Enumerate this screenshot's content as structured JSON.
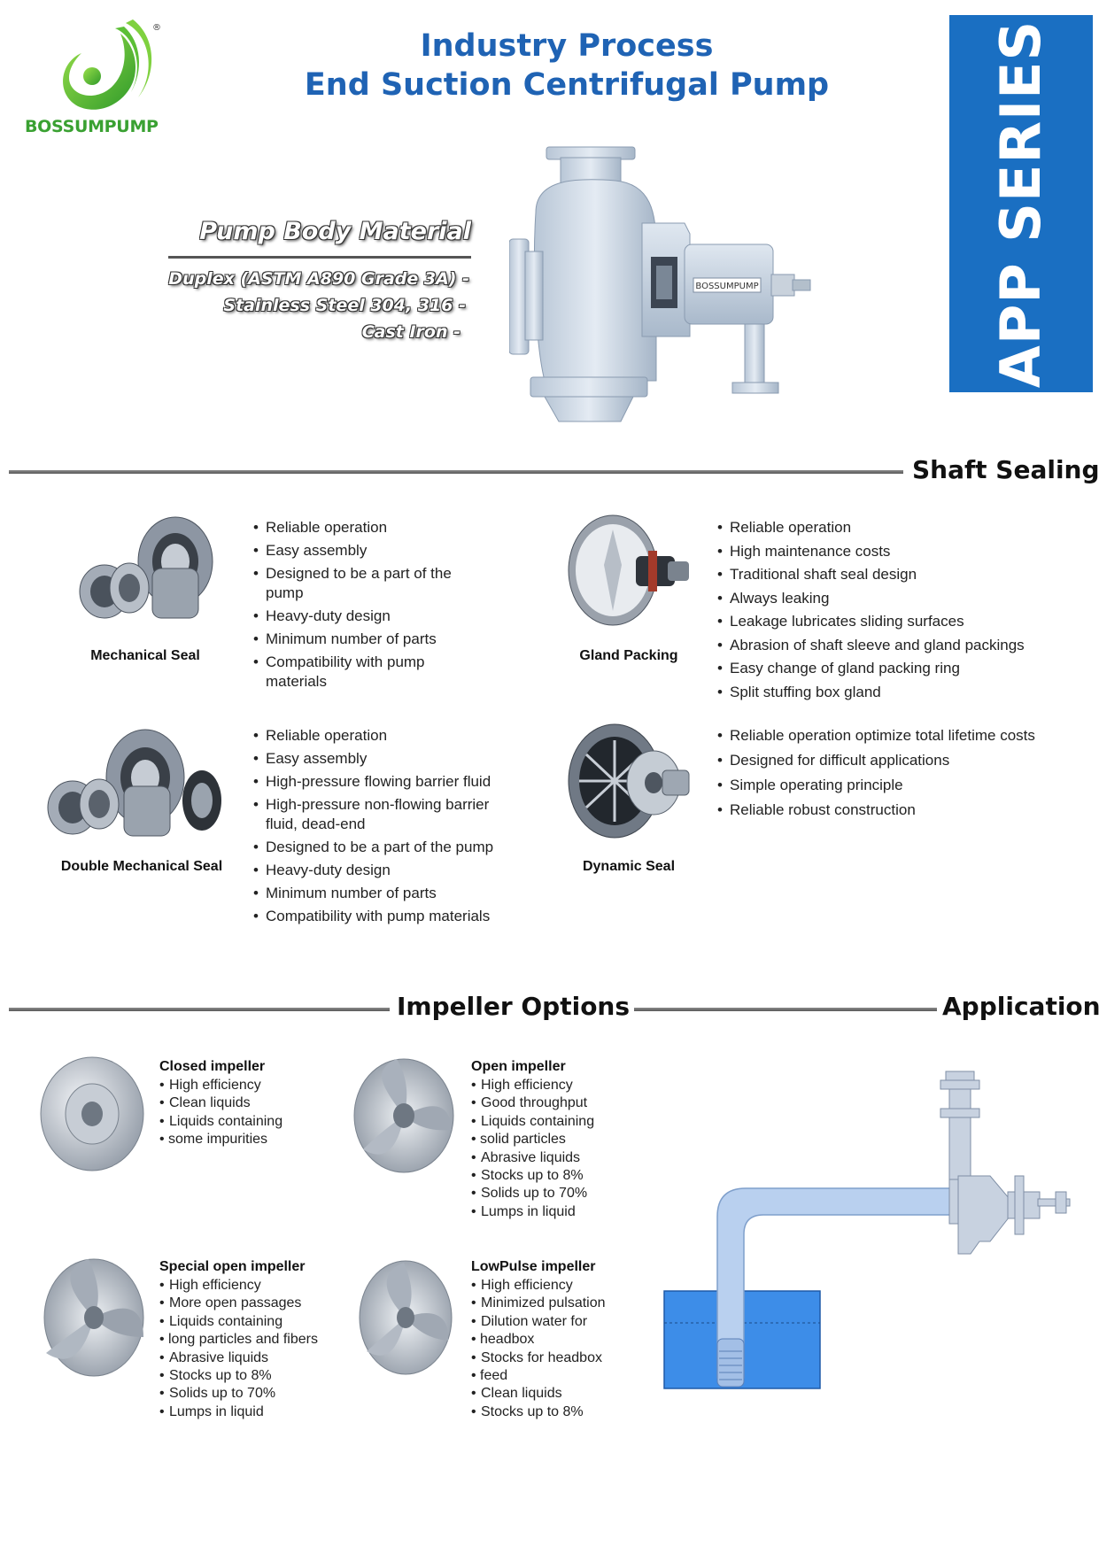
{
  "brand": {
    "name": "BOSSUMPUMP",
    "registered_mark": "®"
  },
  "header": {
    "title_line1": "Industry Process",
    "title_line2": "End Suction Centrifugal Pump",
    "series": "APP SERIES"
  },
  "material": {
    "title": "Pump Body Material",
    "items": [
      "Duplex (ASTM A890 Grade 3A) -",
      "Stainless Steel 304, 316 -",
      "Cast Iron -"
    ]
  },
  "pump_label": "BOSSUMPUMP",
  "shaft_sealing": {
    "title": "Shaft Sealing",
    "mechanical": {
      "label": "Mechanical Seal",
      "items": [
        "Reliable operation",
        "Easy assembly",
        "Designed to be a part of the pump",
        "Heavy-duty design",
        "Minimum number of parts",
        "Compatibility with pump materials"
      ]
    },
    "gland": {
      "label": "Gland Packing",
      "items": [
        "Reliable operation",
        "High maintenance costs",
        "Traditional shaft seal design",
        "Always leaking",
        "Leakage lubricates sliding surfaces",
        "Abrasion of shaft sleeve and gland packings",
        "Easy change of gland packing ring",
        "Split stuffing box gland"
      ]
    },
    "double": {
      "label": "Double Mechanical Seal",
      "items": [
        "Reliable operation",
        "Easy assembly",
        "High-pressure flowing barrier fluid",
        "High-pressure non-flowing barrier fluid, dead-end",
        "Designed to be a part of the pump",
        "Heavy-duty design",
        "Minimum number of parts",
        "Compatibility with pump materials"
      ]
    },
    "dynamic": {
      "label": "Dynamic Seal",
      "items": [
        "Reliable operation optimize total lifetime costs",
        "Designed for difficult applications",
        "Simple operating principle",
        "Reliable robust construction"
      ]
    }
  },
  "impeller_options": {
    "title": "Impeller Options",
    "closed": {
      "title": "Closed impeller",
      "items": [
        "High efficiency",
        "Clean liquids",
        "Liquids containing",
        "some impurities"
      ]
    },
    "open": {
      "title": "Open impeller",
      "items": [
        "High efficiency",
        "Good throughput",
        "Liquids containing",
        "solid particles",
        "Abrasive liquids",
        "Stocks up to 8%",
        "Solids up to 70%",
        "Lumps in liquid"
      ]
    },
    "special_open": {
      "title": "Special open impeller",
      "items": [
        "High efficiency",
        "More open passages",
        "Liquids containing",
        "long particles and fibers",
        "Abrasive liquids",
        "Stocks up to 8%",
        "Solids up to 70%",
        "Lumps in liquid"
      ]
    },
    "lowpulse": {
      "title": "LowPulse impeller",
      "items": [
        "High efficiency",
        "Minimized pulsation",
        "Dilution water for",
        "headbox",
        "Stocks for headbox",
        "feed",
        "Clean liquids",
        "Stocks up to 8%"
      ]
    }
  },
  "application": {
    "title": "Application"
  },
  "colors": {
    "brand_green": "#3aa132",
    "title_blue": "#1f63b4",
    "series_blue": "#1a6fc2",
    "water_blue": "#3d8de8"
  }
}
